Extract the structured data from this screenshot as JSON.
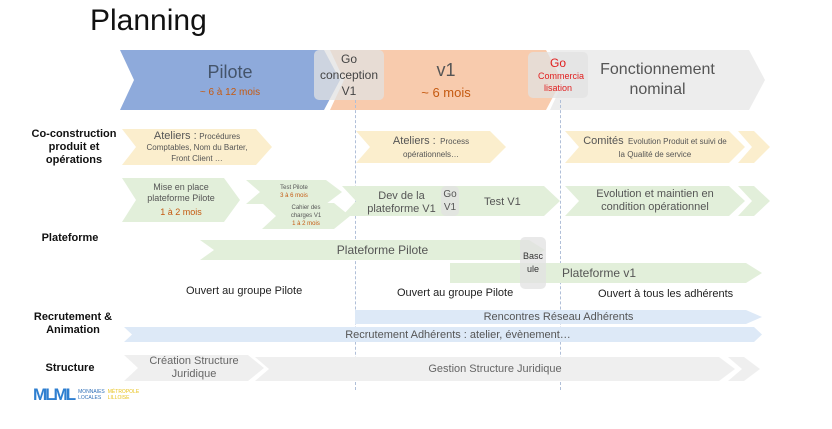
{
  "title": "Planning",
  "phases": [
    {
      "name": "Pilote",
      "duration": "~ 6 à 12 mois",
      "color": "#8eaadb"
    },
    {
      "name": "v1",
      "duration": "~ 6 mois",
      "color": "#f8cbad"
    },
    {
      "name": "Fonctionnement nominal",
      "duration": "",
      "color": "#ededed"
    }
  ],
  "milestones": {
    "go_conception": "Go conception V1",
    "go_commercialisation": {
      "go": "Go",
      "label": "Commercia lisation"
    },
    "go_v1": "Go V1",
    "bascule": "Basc ule"
  },
  "row_labels": {
    "coconstruction": "Co-construction produit et opérations",
    "plateforme": "Plateforme",
    "recrutement": "Recrutement & Animation",
    "structure": "Structure"
  },
  "coconstruction": {
    "ateliers_pilote": {
      "main": "Ateliers :",
      "detail": "Procédures Comptables, Nom du Barter, Front Client …"
    },
    "ateliers_v1": {
      "main": "Ateliers :",
      "detail": "Process opérationnels…"
    },
    "comites": {
      "main": "Comités",
      "detail": "Evolution Produit et suivi de la Qualité de service"
    }
  },
  "plateforme": {
    "mise_en_place": {
      "label": "Mise en place plateforme Pilote",
      "duration": "1 à 2 mois"
    },
    "test_pilote": {
      "label": "Test Pilote",
      "duration": "3 à 6 mois"
    },
    "cahier": {
      "label": "Cahier des charges V1",
      "duration": "1 à 2 mois"
    },
    "dev_v1": "Dev de la plateforme V1",
    "test_v1": "Test V1",
    "evolution": "Evolution et maintien en condition opérationnel",
    "plateforme_pilote": "Plateforme Pilote",
    "plateforme_v1": "Plateforme v1",
    "ouvert_pilote_1": "Ouvert au groupe Pilote",
    "ouvert_pilote_2": "Ouvert au groupe Pilote",
    "ouvert_tous": "Ouvert à tous les adhérents"
  },
  "recrutement": {
    "rencontres": "Rencontres Réseau Adhérents",
    "recrutement": "Recrutement Adhérents : atelier, évènement…"
  },
  "structure": {
    "creation": "Création Structure Juridique",
    "gestion": "Gestion Structure Juridique"
  },
  "logo": {
    "mark": "MLML",
    "line1a": "MONNAIES",
    "line1b": "LOCALES",
    "line2a": "MÉTROPOLE",
    "line2b": "LILLOISE"
  }
}
